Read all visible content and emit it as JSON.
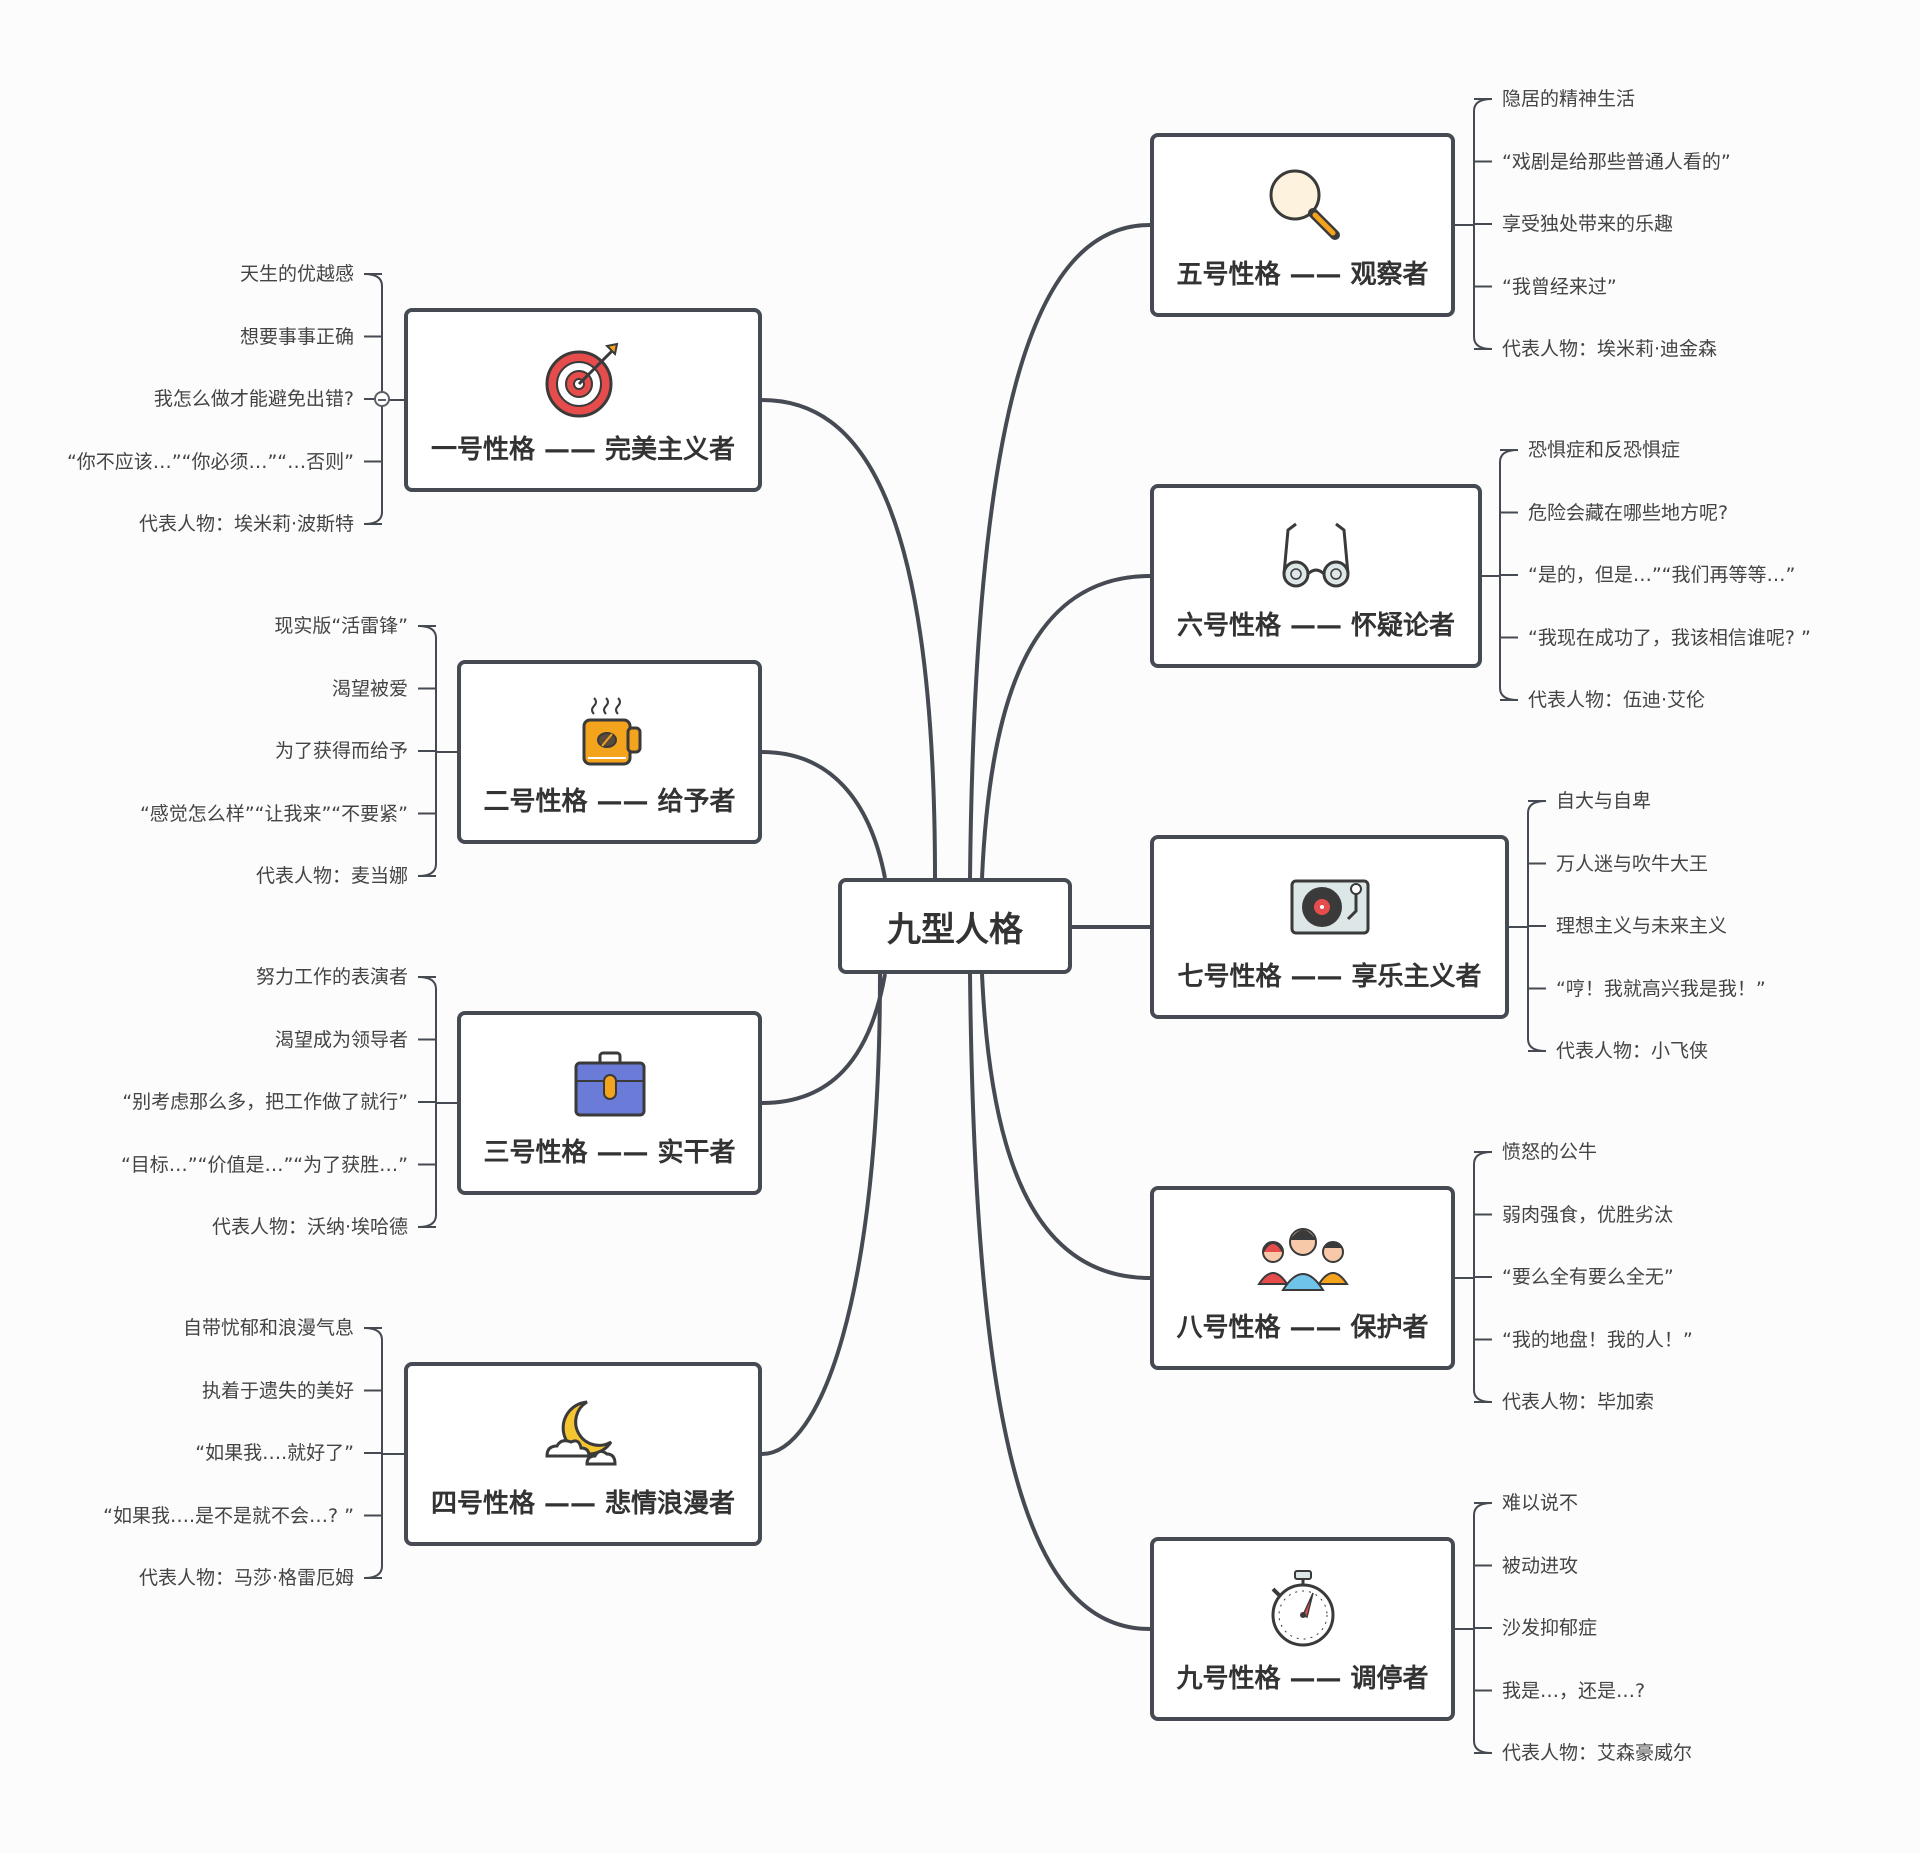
{
  "center": {
    "title": "九型人格"
  },
  "nodes": [
    {
      "title": "一号性格 —— 完美主义者",
      "icon": "target-icon",
      "items": [
        "天生的优越感",
        "想要事事正确",
        "我怎么做才能避免出错?",
        "“你不应该…”“你必须…”“…否则”",
        "代表人物：埃米莉·波斯特"
      ]
    },
    {
      "title": "二号性格 —— 给予者",
      "icon": "coffee-mug-icon",
      "items": [
        "现实版“活雷锋”",
        "渴望被爱",
        "为了获得而给予",
        "“感觉怎么样”“让我来”“不要紧”",
        "代表人物：麦当娜"
      ]
    },
    {
      "title": "三号性格 —— 实干者",
      "icon": "briefcase-icon",
      "items": [
        "努力工作的表演者",
        "渴望成为领导者",
        "“别考虑那么多，把工作做了就行”",
        "“目标…”“价值是…”“为了获胜…”",
        "代表人物：沃纳·埃哈德"
      ]
    },
    {
      "title": "四号性格 —— 悲情浪漫者",
      "icon": "moon-cloud-icon",
      "items": [
        "自带忧郁和浪漫气息",
        "执着于遗失的美好",
        "“如果我….就好了”",
        "“如果我….是不是就不会…? ”",
        "代表人物：马莎·格雷厄姆"
      ]
    },
    {
      "title": "五号性格 —— 观察者",
      "icon": "magnifier-icon",
      "items": [
        "隐居的精神生活",
        "“戏剧是给那些普通人看的”",
        "享受独处带来的乐趣",
        "“我曾经来过”",
        "代表人物：埃米莉·迪金森"
      ]
    },
    {
      "title": "六号性格 —— 怀疑论者",
      "icon": "glasses-icon",
      "items": [
        "恐惧症和反恐惧症",
        "危险会藏在哪些地方呢?",
        "“是的，但是…”“我们再等等…”",
        "“我现在成功了，我该相信谁呢? ”",
        "代表人物：伍迪·艾伦"
      ]
    },
    {
      "title": "七号性格 —— 享乐主义者",
      "icon": "record-player-icon",
      "items": [
        "自大与自卑",
        "万人迷与吹牛大王",
        "理想主义与未来主义",
        "“哼！我就高兴我是我！”",
        "代表人物：小飞侠"
      ]
    },
    {
      "title": "八号性格 —— 保护者",
      "icon": "people-group-icon",
      "items": [
        "愤怒的公牛",
        "弱肉强食，优胜劣汰",
        "“要么全有要么全无”",
        "“我的地盘！我的人！”",
        "代表人物：毕加索"
      ]
    },
    {
      "title": "九号性格 —— 调停者",
      "icon": "stopwatch-icon",
      "items": [
        "难以说不",
        "被动进攻",
        "沙发抑郁症",
        "我是…，还是…?",
        "代表人物：艾森豪威尔"
      ]
    }
  ],
  "colors": {
    "line": "#464a52",
    "accent_red": "#e74c4c",
    "accent_orange": "#f4a31d",
    "accent_blue": "#6a7bd8"
  }
}
